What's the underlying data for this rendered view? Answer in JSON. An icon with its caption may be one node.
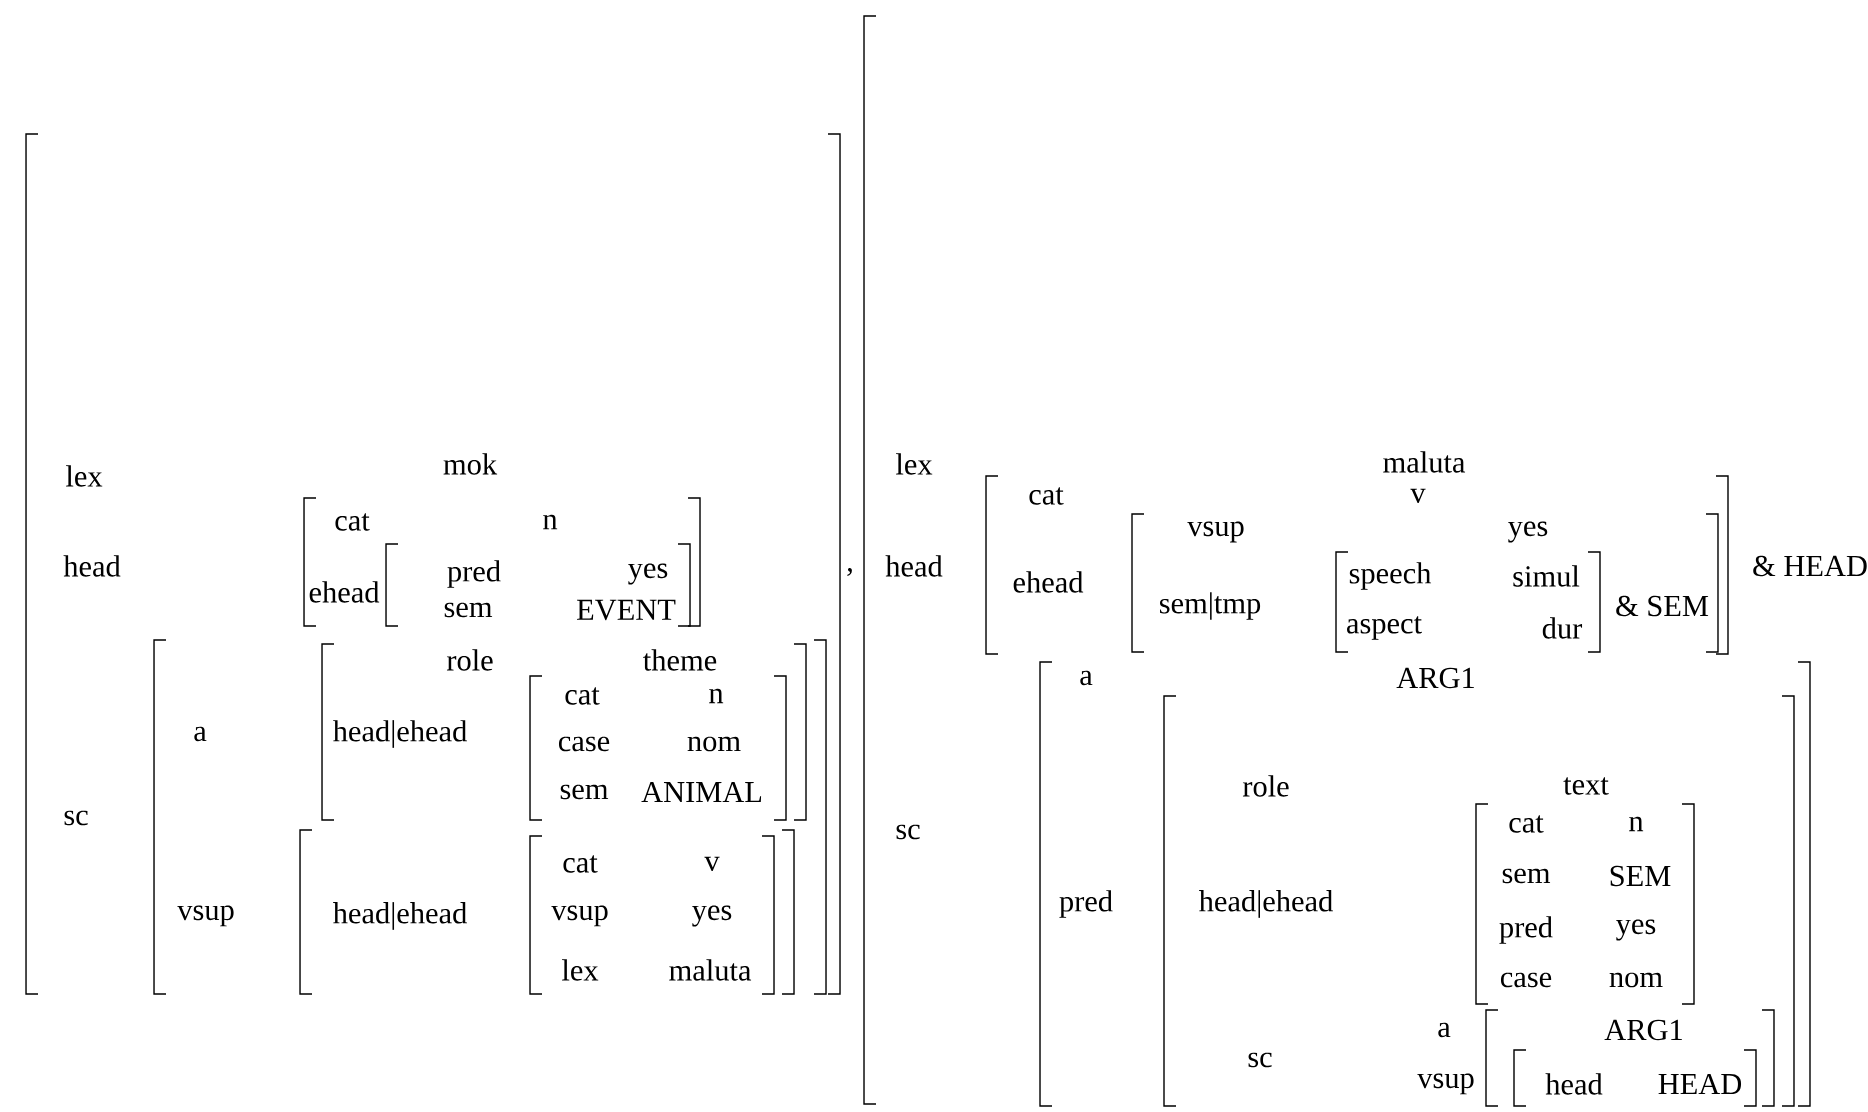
{
  "diagram": {
    "labels": [
      "lex",
      "mok",
      "head",
      "cat",
      "n",
      "ehead",
      "pred",
      "yes",
      "sem",
      "EVENT",
      "role",
      "theme",
      "a",
      "head|ehead",
      "cat",
      "n",
      "case",
      "nom",
      "sem",
      "ANIMAL",
      "sc",
      "vsup",
      "head|ehead",
      "cat",
      "v",
      "vsup",
      "yes",
      "lex",
      "maluta",
      ",",
      "lex",
      "maluta",
      "head",
      "cat",
      "v",
      "vsup",
      "yes",
      "ehead",
      "sem|tmp",
      "speech",
      "simul",
      "aspect",
      "dur",
      "& SEM",
      "& HEAD",
      "a",
      "ARG1",
      "role",
      "text",
      "sc",
      "pred",
      "head|ehead",
      "cat",
      "n",
      "sem",
      "SEM",
      "pred",
      "yes",
      "case",
      "nom",
      "sc",
      "a",
      "ARG1",
      "vsup",
      "head",
      "HEAD"
    ]
  }
}
